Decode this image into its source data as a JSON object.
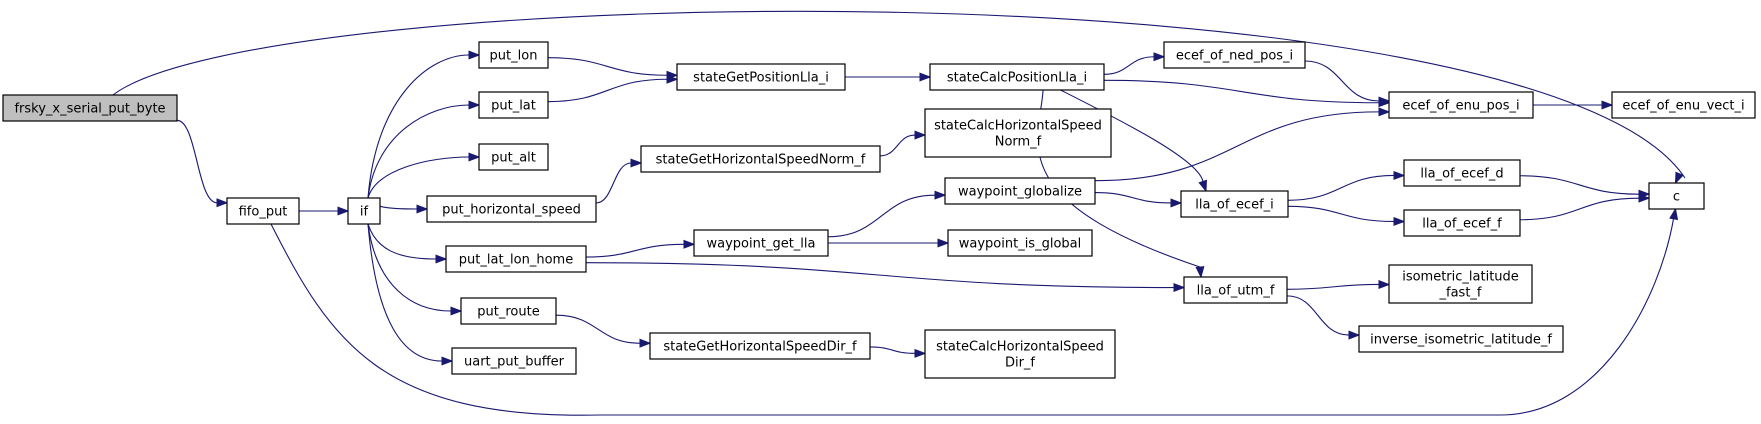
{
  "graph": {
    "colors": {
      "edge": "#191970",
      "root_fill": "#bfbfbf",
      "node_fill": "#ffffff",
      "border": "#000000"
    },
    "nodes": [
      {
        "id": "frsky",
        "lines": [
          "frsky_x_serial_put_byte"
        ],
        "root": true
      },
      {
        "id": "fifo",
        "lines": [
          "fifo_put"
        ]
      },
      {
        "id": "if",
        "lines": [
          "if"
        ]
      },
      {
        "id": "put_lon",
        "lines": [
          "put_lon"
        ]
      },
      {
        "id": "put_lat",
        "lines": [
          "put_lat"
        ]
      },
      {
        "id": "put_alt",
        "lines": [
          "put_alt"
        ]
      },
      {
        "id": "put_hs",
        "lines": [
          "put_horizontal_speed"
        ]
      },
      {
        "id": "put_llh",
        "lines": [
          "put_lat_lon_home"
        ]
      },
      {
        "id": "put_route",
        "lines": [
          "put_route"
        ]
      },
      {
        "id": "uart",
        "lines": [
          "uart_put_buffer"
        ]
      },
      {
        "id": "sgpl",
        "lines": [
          "stateGetPositionLla_i"
        ]
      },
      {
        "id": "sghsn",
        "lines": [
          "stateGetHorizontalSpeedNorm_f"
        ]
      },
      {
        "id": "wgl",
        "lines": [
          "waypoint_get_lla"
        ]
      },
      {
        "id": "sghsd",
        "lines": [
          "stateGetHorizontalSpeedDir_f"
        ]
      },
      {
        "id": "scpl",
        "lines": [
          "stateCalcPositionLla_i"
        ]
      },
      {
        "id": "schsn",
        "lines": [
          "stateCalcHorizontalSpeed",
          "Norm_f"
        ]
      },
      {
        "id": "wglob",
        "lines": [
          "waypoint_globalize"
        ]
      },
      {
        "id": "wig",
        "lines": [
          "waypoint_is_global"
        ]
      },
      {
        "id": "schsd",
        "lines": [
          "stateCalcHorizontalSpeed",
          "Dir_f"
        ]
      },
      {
        "id": "ecefned",
        "lines": [
          "ecef_of_ned_pos_i"
        ]
      },
      {
        "id": "llaecefi",
        "lines": [
          "lla_of_ecef_i"
        ]
      },
      {
        "id": "llautm",
        "lines": [
          "lla_of_utm_f"
        ]
      },
      {
        "id": "ecefenu",
        "lines": [
          "ecef_of_enu_pos_i"
        ]
      },
      {
        "id": "llaecefd",
        "lines": [
          "lla_of_ecef_d"
        ]
      },
      {
        "id": "llaeceff",
        "lines": [
          "lla_of_ecef_f"
        ]
      },
      {
        "id": "isolat",
        "lines": [
          "isometric_latitude",
          "_fast_f"
        ]
      },
      {
        "id": "invisolat",
        "lines": [
          "inverse_isometric_latitude_f"
        ]
      },
      {
        "id": "ecefenuv",
        "lines": [
          "ecef_of_enu_vect_i"
        ]
      },
      {
        "id": "c",
        "lines": [
          "c"
        ]
      }
    ],
    "edges": [
      [
        "frsky",
        "fifo"
      ],
      [
        "frsky",
        "c"
      ],
      [
        "fifo",
        "if"
      ],
      [
        "fifo",
        "c"
      ],
      [
        "if",
        "put_lon"
      ],
      [
        "if",
        "put_lat"
      ],
      [
        "if",
        "put_alt"
      ],
      [
        "if",
        "put_hs"
      ],
      [
        "if",
        "put_llh"
      ],
      [
        "if",
        "put_route"
      ],
      [
        "if",
        "uart"
      ],
      [
        "put_lon",
        "sgpl"
      ],
      [
        "put_lat",
        "sgpl"
      ],
      [
        "put_hs",
        "sghsn"
      ],
      [
        "put_llh",
        "wgl"
      ],
      [
        "put_llh",
        "llautm"
      ],
      [
        "put_route",
        "sghsd"
      ],
      [
        "sgpl",
        "scpl"
      ],
      [
        "sghsn",
        "schsn"
      ],
      [
        "wgl",
        "wglob"
      ],
      [
        "wgl",
        "wig"
      ],
      [
        "sghsd",
        "schsd"
      ],
      [
        "scpl",
        "ecefned"
      ],
      [
        "scpl",
        "ecefenu"
      ],
      [
        "scpl",
        "llaecefi"
      ],
      [
        "scpl",
        "llautm"
      ],
      [
        "wglob",
        "ecefenu"
      ],
      [
        "wglob",
        "llaecefi"
      ],
      [
        "ecefned",
        "ecefenu"
      ],
      [
        "ecefenu",
        "ecefenuv"
      ],
      [
        "llaecefi",
        "llaecefd"
      ],
      [
        "llaecefi",
        "llaeceff"
      ],
      [
        "llaecefd",
        "c"
      ],
      [
        "llaeceff",
        "c"
      ],
      [
        "llautm",
        "isolat"
      ],
      [
        "llautm",
        "invisolat"
      ]
    ]
  }
}
